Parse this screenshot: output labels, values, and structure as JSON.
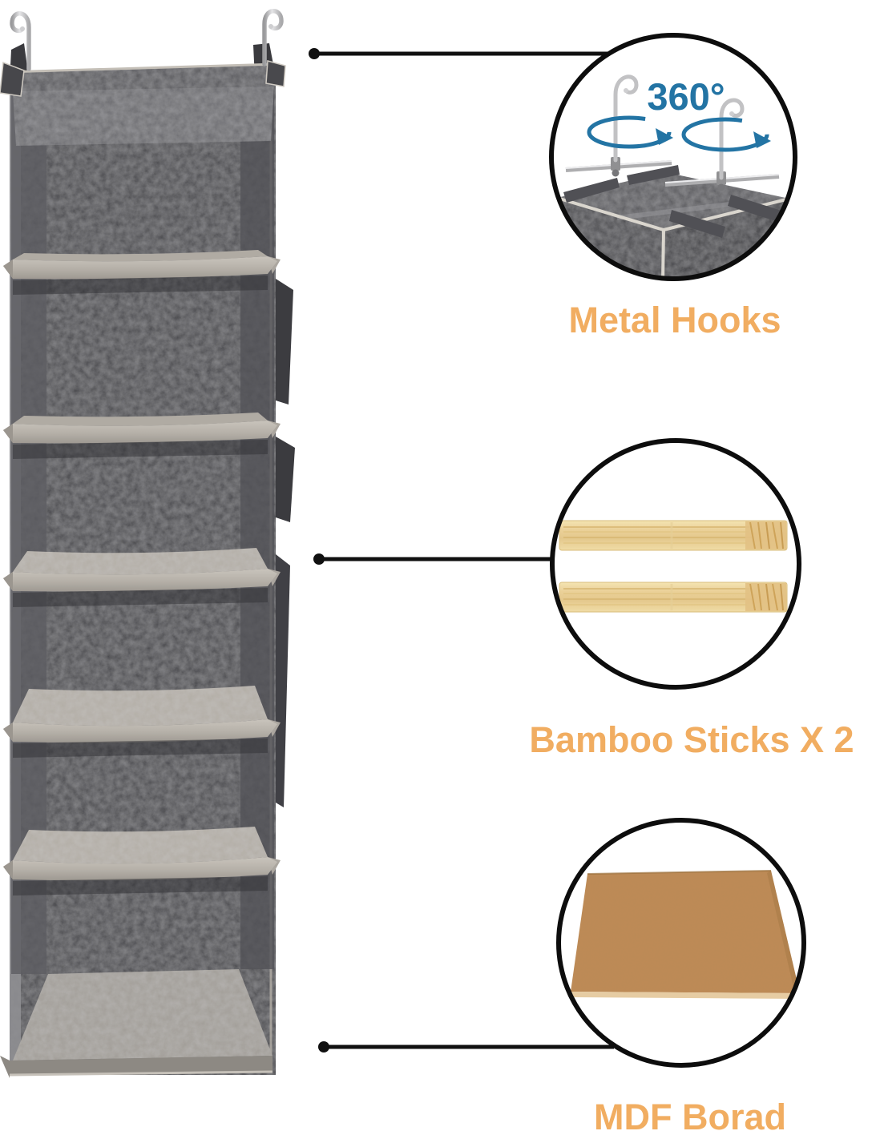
{
  "callouts": [
    {
      "id": "metal-hooks",
      "label": "Metal Hooks",
      "badge": "360°"
    },
    {
      "id": "bamboo-sticks",
      "label": "Bamboo Sticks X 2"
    },
    {
      "id": "mdf-board",
      "label": "MDF Borad"
    }
  ],
  "organizer": {
    "shelves_visible": 6,
    "hooks_visible": 2,
    "bamboo_sticks_visible": 2,
    "side_pockets_visible": 3
  },
  "colors": {
    "background": "#FFFFFF",
    "accent_orange": "#F1AD61",
    "rotation_blue": "#2374A4",
    "callout_line": "#101010",
    "fabric_dark": "#47474B",
    "fabric_wall": "#5D5D61",
    "fabric_upper_band": "#6A6A6E",
    "shelf_trim": "#BDB8B0",
    "hook_silver": "#C6C6C8",
    "bamboo": "#EDD9A1",
    "bamboo_grain": "#D2AE66",
    "mdf_brown": "#BE8A55"
  },
  "icons": {
    "hook": "J-curve metal hook",
    "rotation": "open ellipse with arrowhead",
    "dot": "filled circle leader dot"
  }
}
